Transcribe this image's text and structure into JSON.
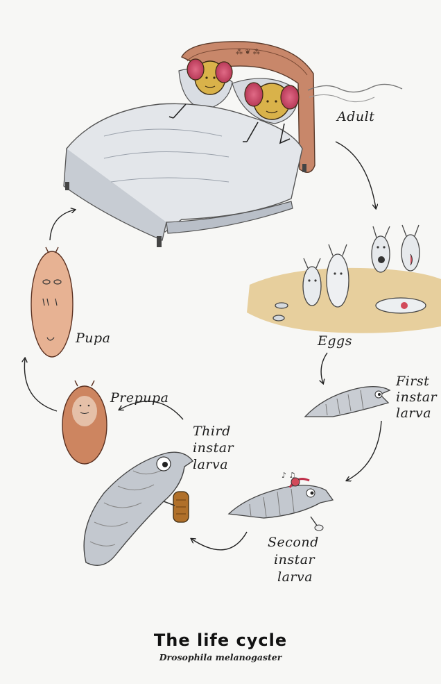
{
  "stages": {
    "adult": "Adult",
    "eggs": "Eggs",
    "first_instar": [
      "First",
      "instar",
      "larva"
    ],
    "second_instar": [
      "Second",
      "instar",
      "larva"
    ],
    "third_instar": [
      "Third",
      "instar",
      "larva"
    ],
    "prepupa": "Prepupa",
    "pupa": "Pupa"
  },
  "caption": {
    "title": "The life cycle",
    "species": "Drosophila melanogaster"
  }
}
